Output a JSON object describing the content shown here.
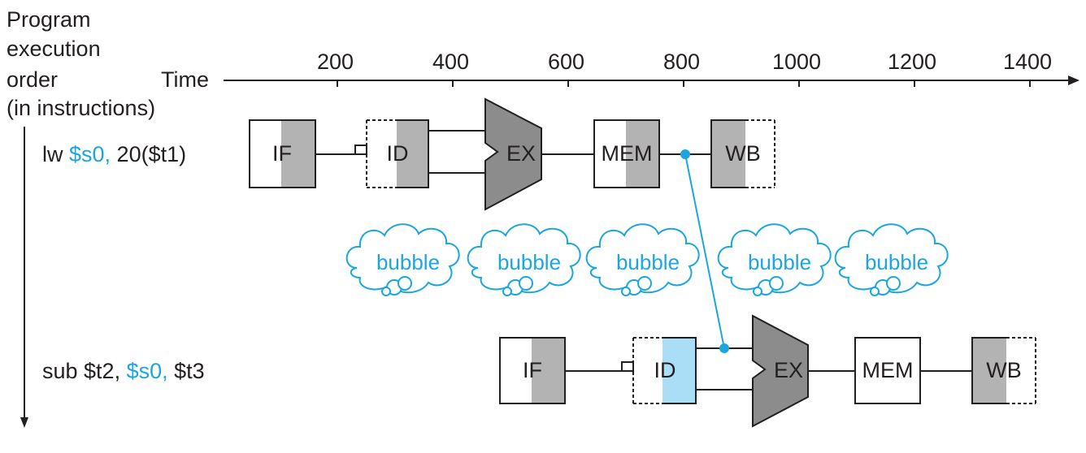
{
  "axis": {
    "y_label": [
      "Program",
      "execution",
      "order",
      "(in instructions)"
    ],
    "x_label": "Time",
    "ticks": [
      "200",
      "400",
      "600",
      "800",
      "1000",
      "1200",
      "1400"
    ]
  },
  "instructions": [
    {
      "prefix": "lw ",
      "reg": "$s0,",
      "suffix": " 20($t1)",
      "stages": {
        "if": "IF",
        "id": "ID",
        "ex": "EX",
        "mem": "MEM",
        "wb": "WB"
      }
    },
    {
      "prefix": "sub $t2, ",
      "reg": "$s0,",
      "suffix": " $t3",
      "stages": {
        "if": "IF",
        "id": "ID",
        "ex": "EX",
        "mem": "MEM",
        "wb": "WB"
      }
    }
  ],
  "bubbles": [
    "bubble",
    "bubble",
    "bubble",
    "bubble",
    "bubble"
  ],
  "colors": {
    "ink": "#231f20",
    "shade": "#b3b3b3",
    "accent": "#1ba6e0",
    "forwarded": "#a9def6"
  }
}
